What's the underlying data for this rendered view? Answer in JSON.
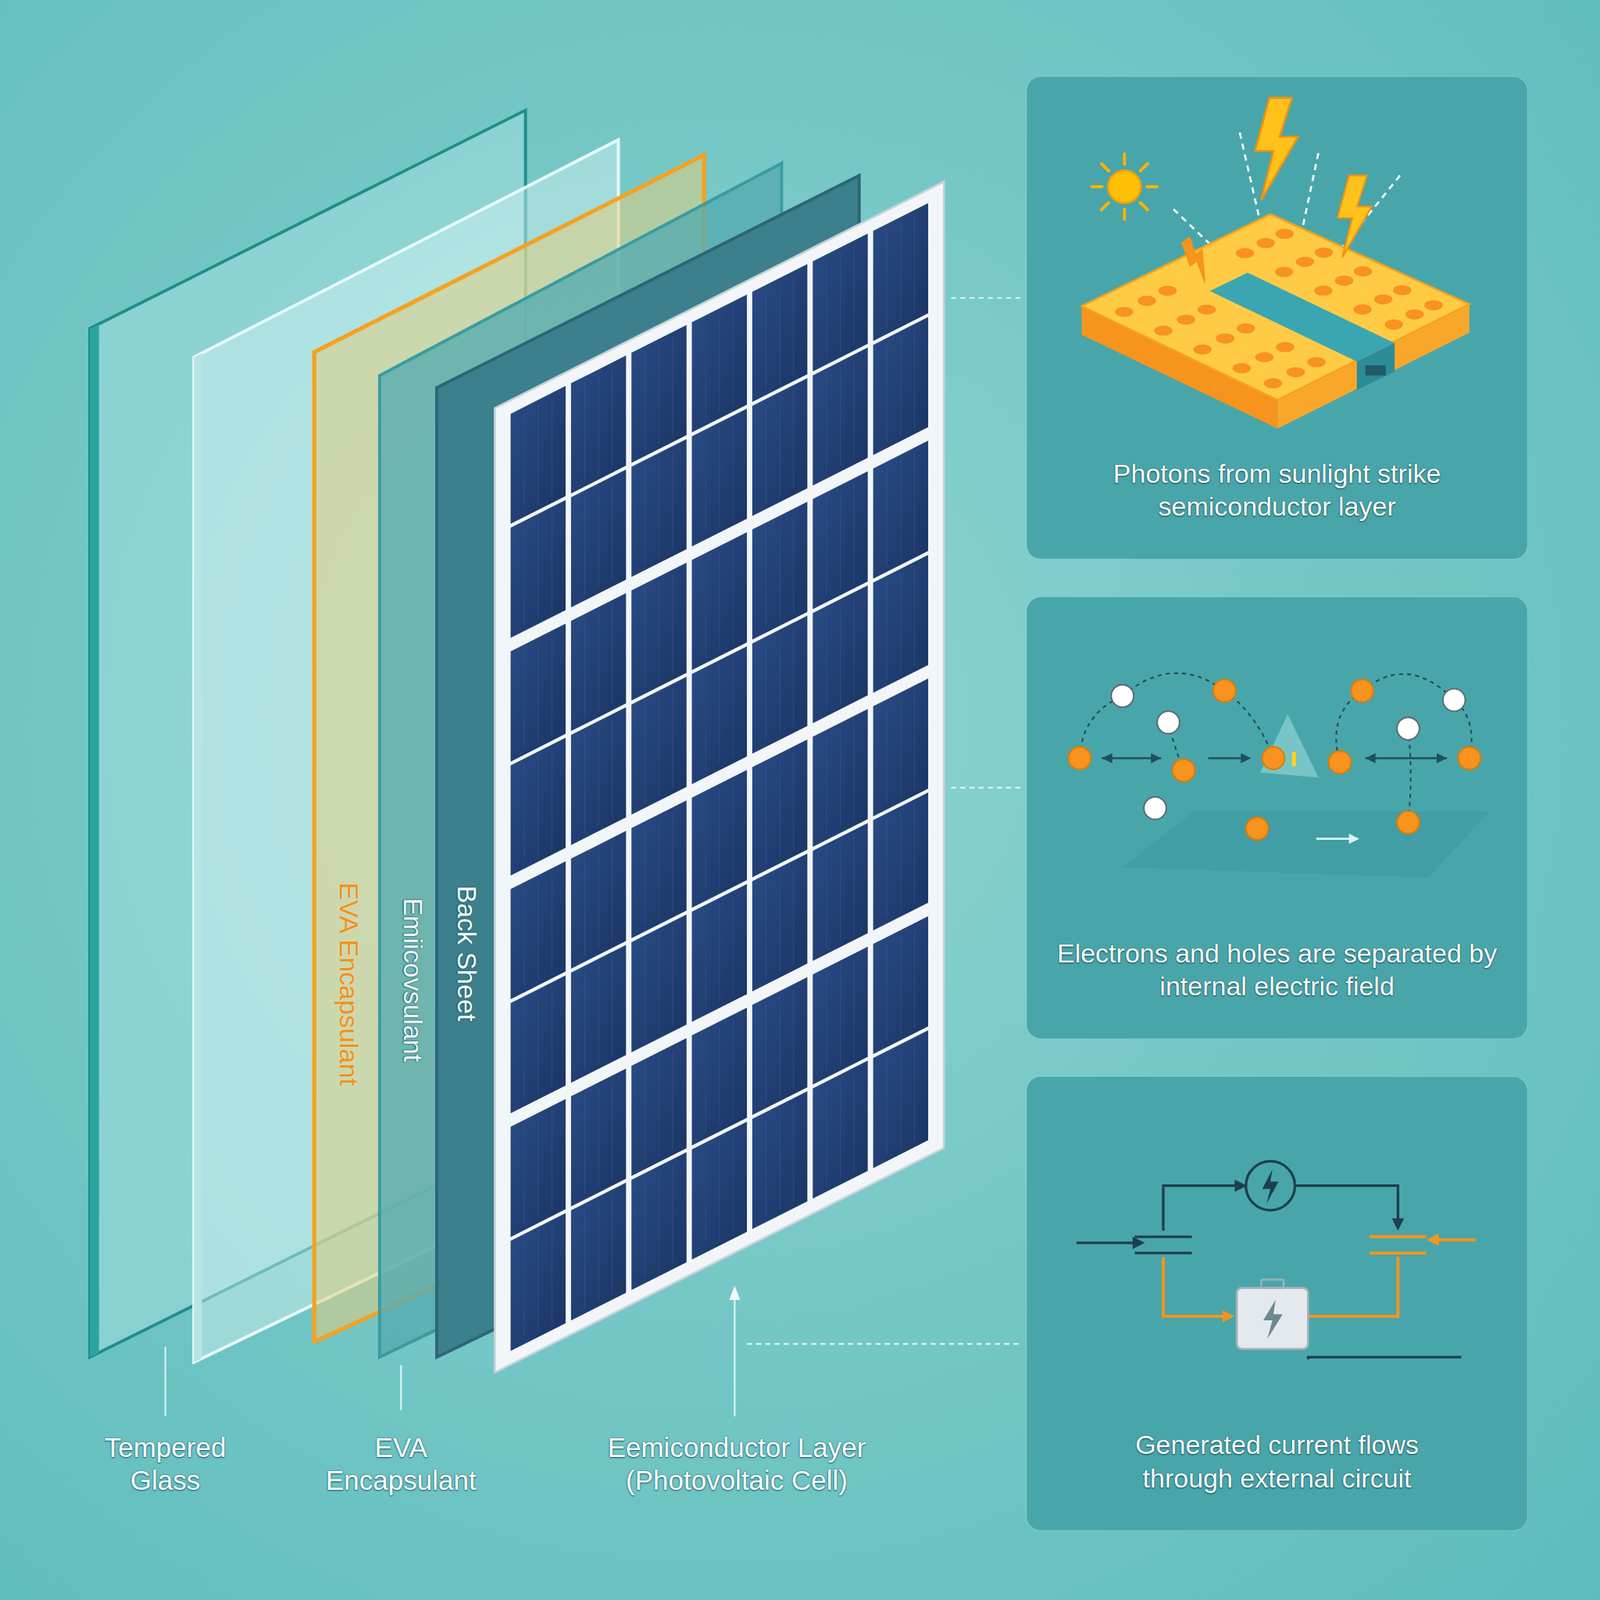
{
  "diagram": {
    "nodes": [
      {
        "text": [
          "Photons from sunlight strike semiconductor layer"
        ]
      },
      {
        "text": [
          "Electrons and holes are separated by internal electric field"
        ]
      },
      {
        "text": [
          "Generated current flows through external circuit"
        ]
      }
    ],
    "labels": [
      "EVA Encapsulant",
      "Emiicovsulant",
      "Back Sheet",
      "Tempered Glass",
      "EVA Encapsulant",
      "Eemiconductor Layer (Photovoltaic Cell)"
    ]
  }
}
